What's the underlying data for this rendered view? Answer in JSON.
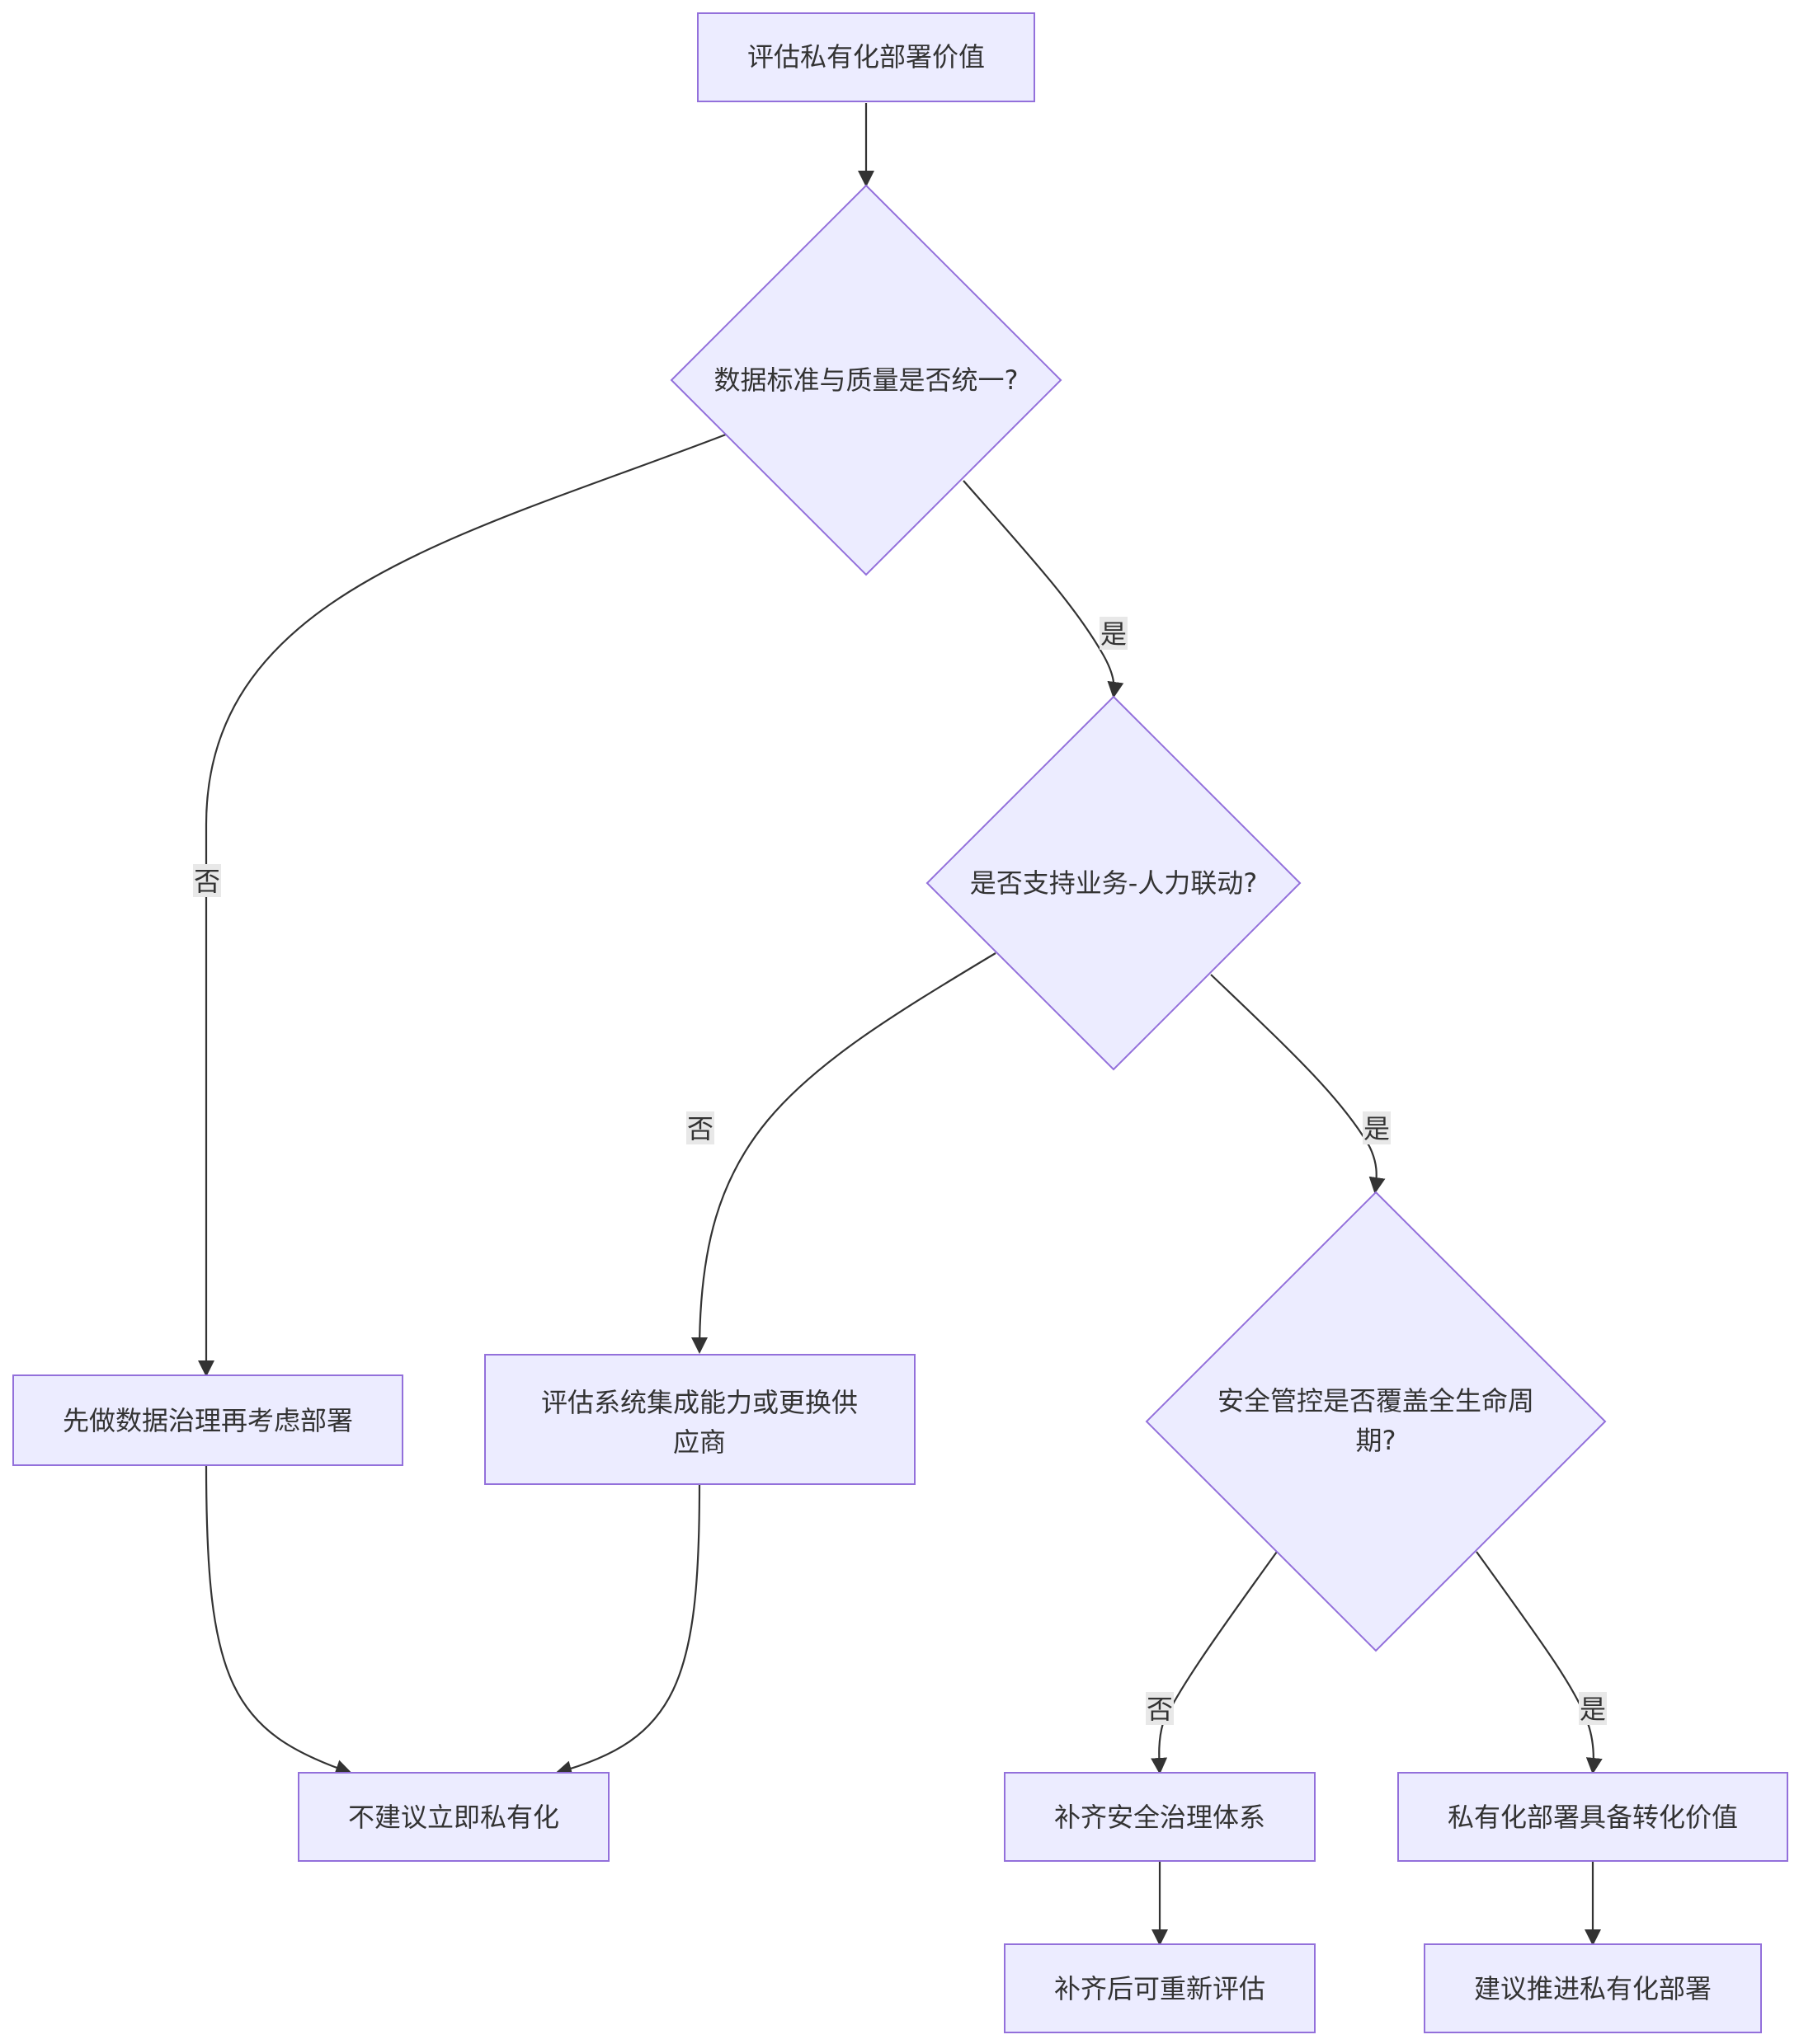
{
  "nodes": {
    "start": "评估私有化部署价值",
    "q_data": "数据标准与质量是否统一?",
    "q_link": "是否支持业务-人力联动?",
    "q_security_line1": "安全管控是否覆盖全生命周",
    "q_security_line2": "期?",
    "governance_first": "先做数据治理再考虑部署",
    "vendor_line1": "评估系统集成能力或更换供",
    "vendor_line2": "应商",
    "not_recommended": "不建议立即私有化",
    "fill_security": "补齐安全治理体系",
    "has_value": "私有化部署具备转化价值",
    "reevaluate": "补齐后可重新评估",
    "recommend": "建议推进私有化部署"
  },
  "edge_labels": {
    "yes": "是",
    "no": "否"
  },
  "colors": {
    "node_fill": "#ECECFF",
    "node_stroke": "#9370DB",
    "edge": "#333333",
    "text": "#333333",
    "label_bg": "#e8e8e8"
  }
}
